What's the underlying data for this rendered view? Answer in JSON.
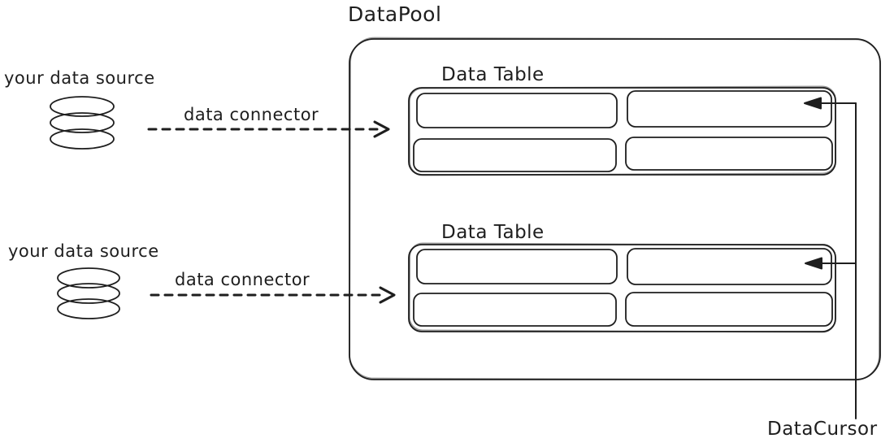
{
  "title": "DataPool",
  "cursor": {
    "label": "DataCursor"
  },
  "sources": [
    {
      "label": "your data source",
      "connector": "data connector"
    },
    {
      "label": "your data source",
      "connector": "data connector"
    }
  ],
  "tables": [
    {
      "label": "Data Table",
      "rows": 2,
      "cols": 2
    },
    {
      "label": "Data Table",
      "rows": 2,
      "cols": 2
    }
  ],
  "colors": {
    "stroke": "#1e1e1e",
    "background": "#ffffff"
  }
}
